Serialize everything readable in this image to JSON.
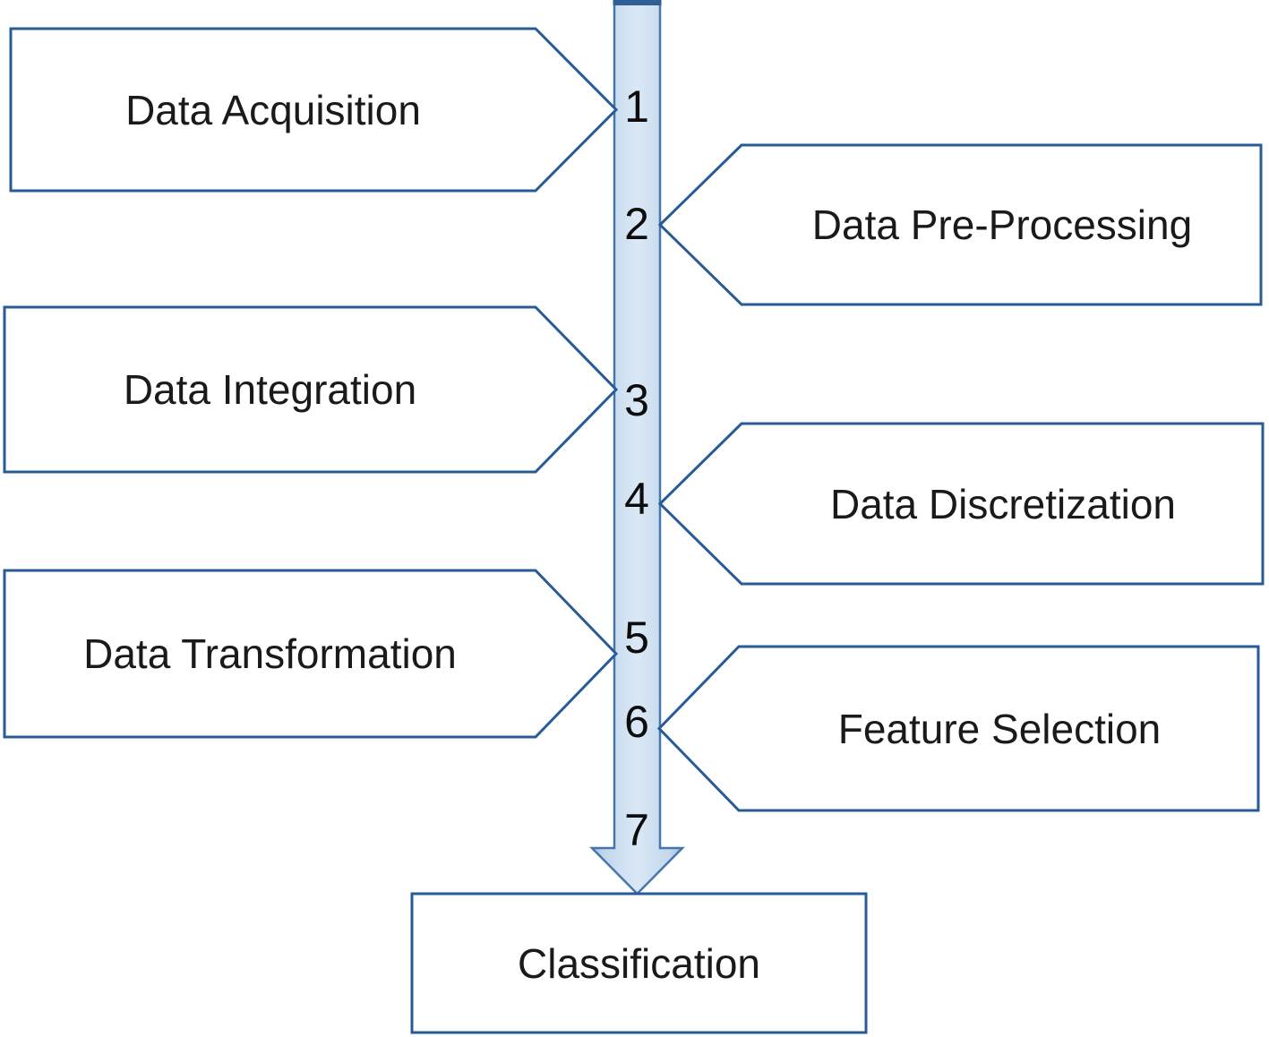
{
  "diagram": {
    "type": "process-flow",
    "direction": "top-to-bottom",
    "colors": {
      "arrow_fill": "#cfe0f1",
      "arrow_edge_shade": "#9fbeda",
      "arrow_border": "#4576ad",
      "arrow_top_cap": "#2f5f95",
      "box_border": "#275b97",
      "box_fill": "#ffffff",
      "text": "#1a1a1a"
    },
    "steps": [
      {
        "number": "1",
        "label": "Data Acquisition",
        "side": "left"
      },
      {
        "number": "2",
        "label": "Data Pre-Processing",
        "side": "right"
      },
      {
        "number": "3",
        "label": "Data Integration",
        "side": "left"
      },
      {
        "number": "4",
        "label": "Data Discretization",
        "side": "right"
      },
      {
        "number": "5",
        "label": "Data Transformation",
        "side": "left"
      },
      {
        "number": "6",
        "label": "Feature Selection",
        "side": "right"
      },
      {
        "number": "7",
        "label": "Classification",
        "side": "bottom"
      }
    ]
  }
}
